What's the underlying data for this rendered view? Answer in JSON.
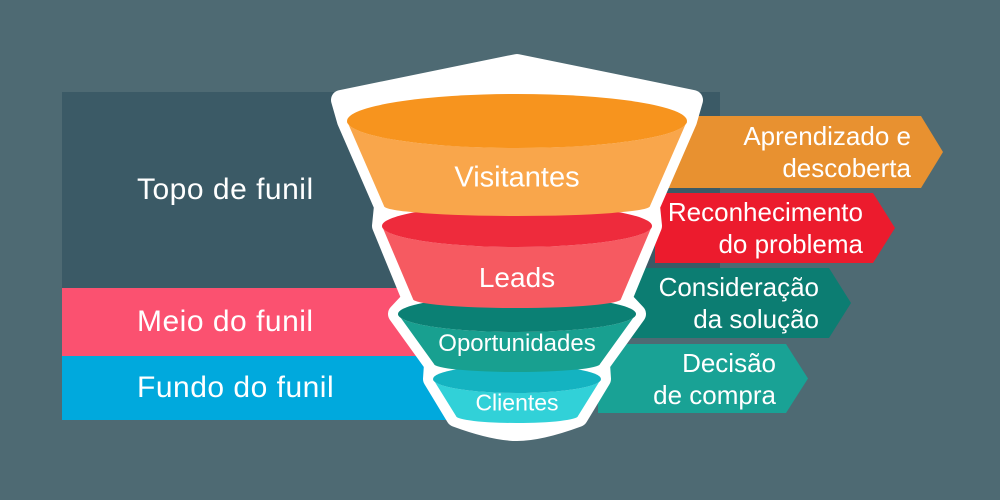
{
  "left_rows": [
    {
      "label": "Topo de funil"
    },
    {
      "label": "Meio do funil"
    },
    {
      "label": "Fundo do funil"
    }
  ],
  "funnel_stages": [
    {
      "label": "Visitantes",
      "top_color": "#f7941e",
      "body_color": "#f9a64b"
    },
    {
      "label": "Leads",
      "top_color": "#ee2b3c",
      "body_color": "#f65a61"
    },
    {
      "label": "Oportunidades",
      "top_color": "#0b8074",
      "body_color": "#18a090"
    },
    {
      "label": "Clientes",
      "top_color": "#14b3c1",
      "body_color": "#31d1d8"
    }
  ],
  "banners": [
    {
      "lines": [
        "Aprendizado e",
        "descoberta"
      ],
      "color": "#e89130"
    },
    {
      "lines": [
        "Reconhecimento",
        "do problema"
      ],
      "color": "#ec1b2d"
    },
    {
      "lines": [
        "Consideração",
        "da solução"
      ],
      "color": "#0c7d72"
    },
    {
      "lines": [
        "Decisão",
        "de compra"
      ],
      "color": "#19a295"
    }
  ],
  "colors": {
    "background": "#4e6a73",
    "top_row_panel": "#3b5a66",
    "middle_row_band": "#fb5170",
    "bottom_row_band": "#00a9dd",
    "funnel_outline": "#ffffff",
    "text": "#ffffff"
  }
}
